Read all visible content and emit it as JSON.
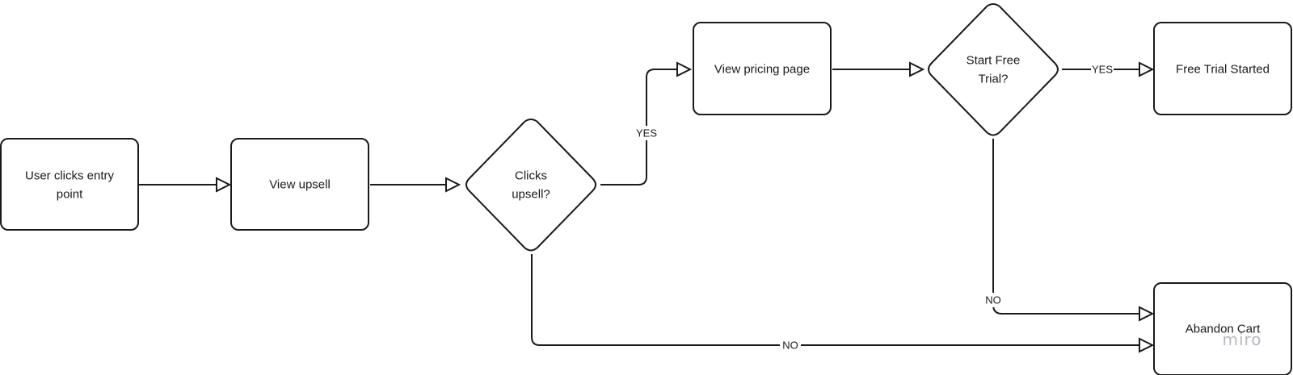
{
  "nodes": {
    "entry": {
      "label": [
        "User clicks entry",
        "point"
      ]
    },
    "upsell": {
      "label": [
        "View upsell"
      ]
    },
    "clicks_upsell": {
      "label": [
        "Clicks",
        "upsell?"
      ]
    },
    "pricing": {
      "label": [
        "View pricing page"
      ]
    },
    "start_trial": {
      "label": [
        "Start Free",
        "Trial?"
      ]
    },
    "trial_started": {
      "label": [
        "Free Trial Started"
      ]
    },
    "abandon": {
      "label": [
        "Abandon Cart"
      ]
    }
  },
  "edges": {
    "upsell_yes": "YES",
    "trial_yes": "YES",
    "trial_no": "NO",
    "upsell_no": "NO"
  },
  "watermark": "miro"
}
